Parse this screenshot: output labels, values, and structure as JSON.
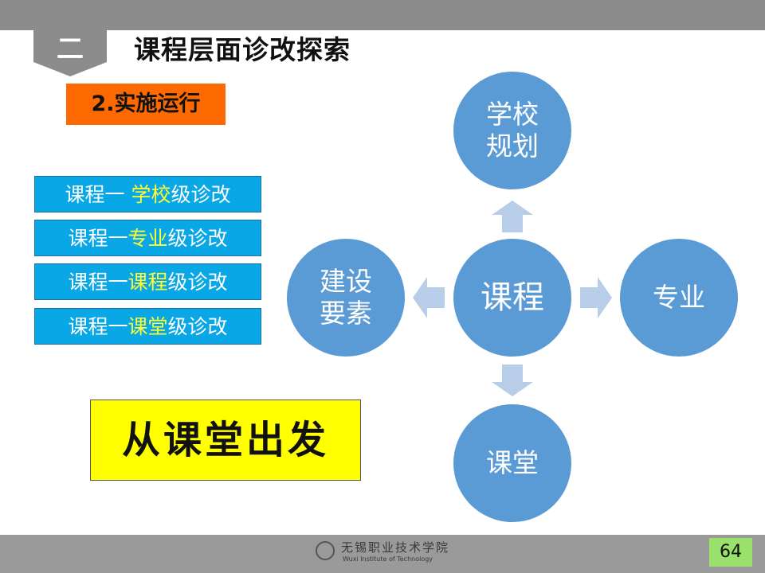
{
  "header": {
    "section_number": "二",
    "title": "课程层面诊改探索"
  },
  "subtitle": "2.实施运行",
  "levels": [
    {
      "prefix": "课程一 ",
      "highlight": "学校",
      "suffix": "级诊改"
    },
    {
      "prefix": "课程一",
      "highlight": "专业",
      "suffix": "级诊改"
    },
    {
      "prefix": "课程一",
      "highlight": "课程",
      "suffix": "级诊改"
    },
    {
      "prefix": "课程一",
      "highlight": "课堂",
      "suffix": "级诊改"
    }
  ],
  "callout": "从课堂出发",
  "diagram": {
    "center": "课程",
    "top_line1": "学校",
    "top_line2": "规划",
    "right": "专业",
    "bottom": "课堂",
    "left_line1": "建设",
    "left_line2": "要素"
  },
  "footer": {
    "logo_cn": "无锡职业技术学院",
    "logo_en": "Wuxi Institute of Technology",
    "page_number": "64"
  },
  "colors": {
    "circle": "#5b9bd5",
    "arrow": "#b7cde8",
    "level_box": "#0aa7e6",
    "highlight_text": "#ffff33",
    "subtitle_bg": "#ff6a00",
    "callout_bg": "#ffff00",
    "page_number_bg": "#99e16b"
  }
}
